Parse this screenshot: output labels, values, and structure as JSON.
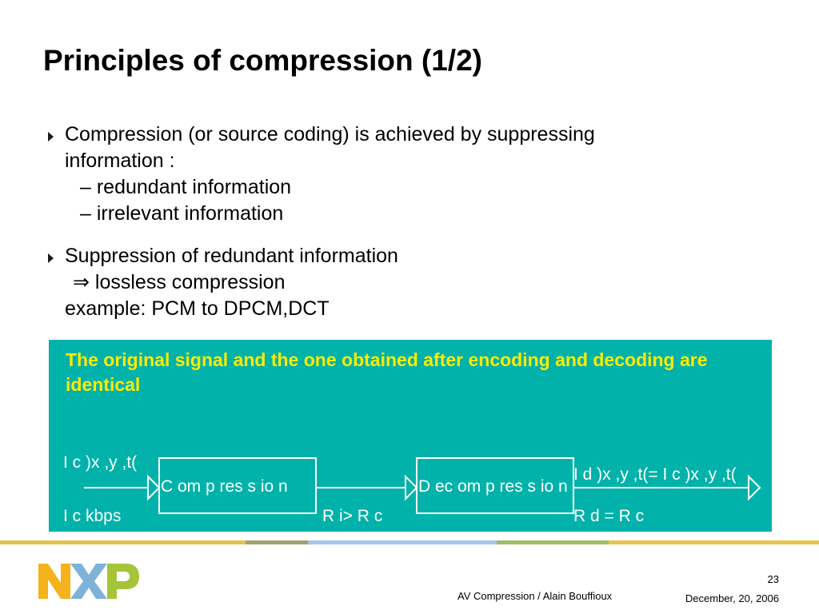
{
  "title": "Principles of compression (1/2)",
  "bullets": [
    {
      "lines": [
        "Compression (or source coding) is achieved by suppressing",
        "information :"
      ],
      "subitems": [
        "– redundant information",
        "– irrelevant information"
      ]
    },
    {
      "line1": "Suppression of redundant information",
      "implies_symbol": "⇒",
      "implies_text": "lossless compression",
      "example": "example: PCM to DPCM,DCT"
    }
  ],
  "highlight_box": {
    "text": "The original signal and the one obtained after encoding and decoding are identical",
    "diagram": {
      "input_signal": "I c )x ,y ,t(",
      "input_bits": "I c kbps",
      "compression_block": "C om p res s io n",
      "compressed_rate": "R i> R c",
      "decompression_block": "D ec om p res s io n",
      "output_signal": "I d )x ,y ,t(= I c )x ,y ,t(",
      "output_rate": "R d = R c"
    }
  },
  "footer": {
    "logo_text": "NXP",
    "presentation": "AV Compression / Alain Bouffioux",
    "page_number": "23",
    "date": "December, 20, 2006"
  },
  "colors": {
    "box_background": "#00b2a9",
    "box_text": "#ffeb00",
    "logo_yellow": "#f5b21b",
    "logo_blue": "#7fb2d8",
    "logo_green": "#a6c439"
  }
}
